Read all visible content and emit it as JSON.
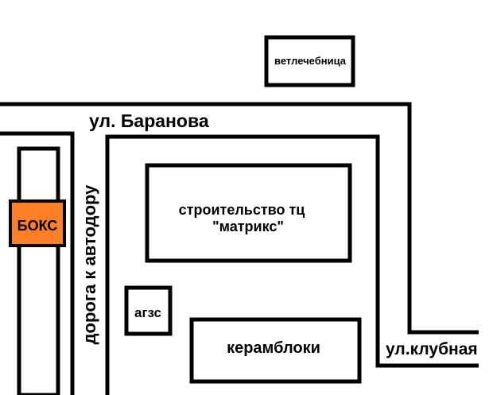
{
  "map": {
    "streets": {
      "baranova": "ул. Баранова",
      "klubnaya": "ул.клубная",
      "road_to_autodor": "дорога к автодору"
    },
    "buildings": {
      "vet_clinic": "ветлечебница",
      "box": "БОКС",
      "construction": "строительство тц",
      "construction_line2": "\"матрикс\"",
      "gas_station": "агзс",
      "ceramic_blocks": "керамблоки"
    },
    "colors": {
      "box_fill": "#ff7f27",
      "ink": "#000000",
      "background": "#ffffff"
    }
  }
}
